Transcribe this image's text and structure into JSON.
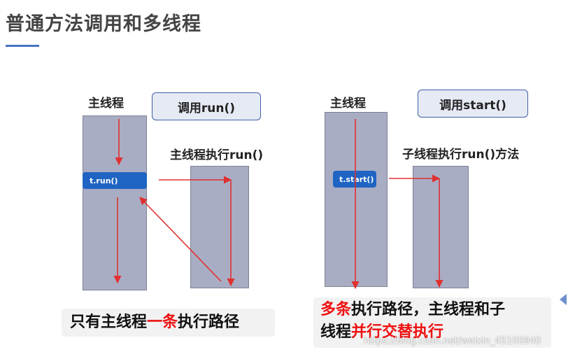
{
  "title": "普通方法调用和多线程",
  "left_diagram": {
    "thread_label": "主线程",
    "callout": "调用run()",
    "secondary_label": "主线程执行run()",
    "call_pill": "t.run()",
    "summary": {
      "part1": "只有主线程",
      "highlight": "一条",
      "part2": "执行路径"
    }
  },
  "right_diagram": {
    "thread_label": "主线程",
    "callout": "调用start()",
    "secondary_label": "子线程执行run()方法",
    "call_pill": "t.start()",
    "summary": {
      "highlight1": "多条",
      "part1": "执行路径，主线程和子",
      "part2": "线程",
      "highlight2": "并行交替执行"
    }
  },
  "watermark": "https://blog.csdn.net/weixin_45100940",
  "colors": {
    "arrow": "#e03030",
    "bar": "#a9adc4",
    "pill": "#1f64c3",
    "highlight": "#ee1111"
  }
}
